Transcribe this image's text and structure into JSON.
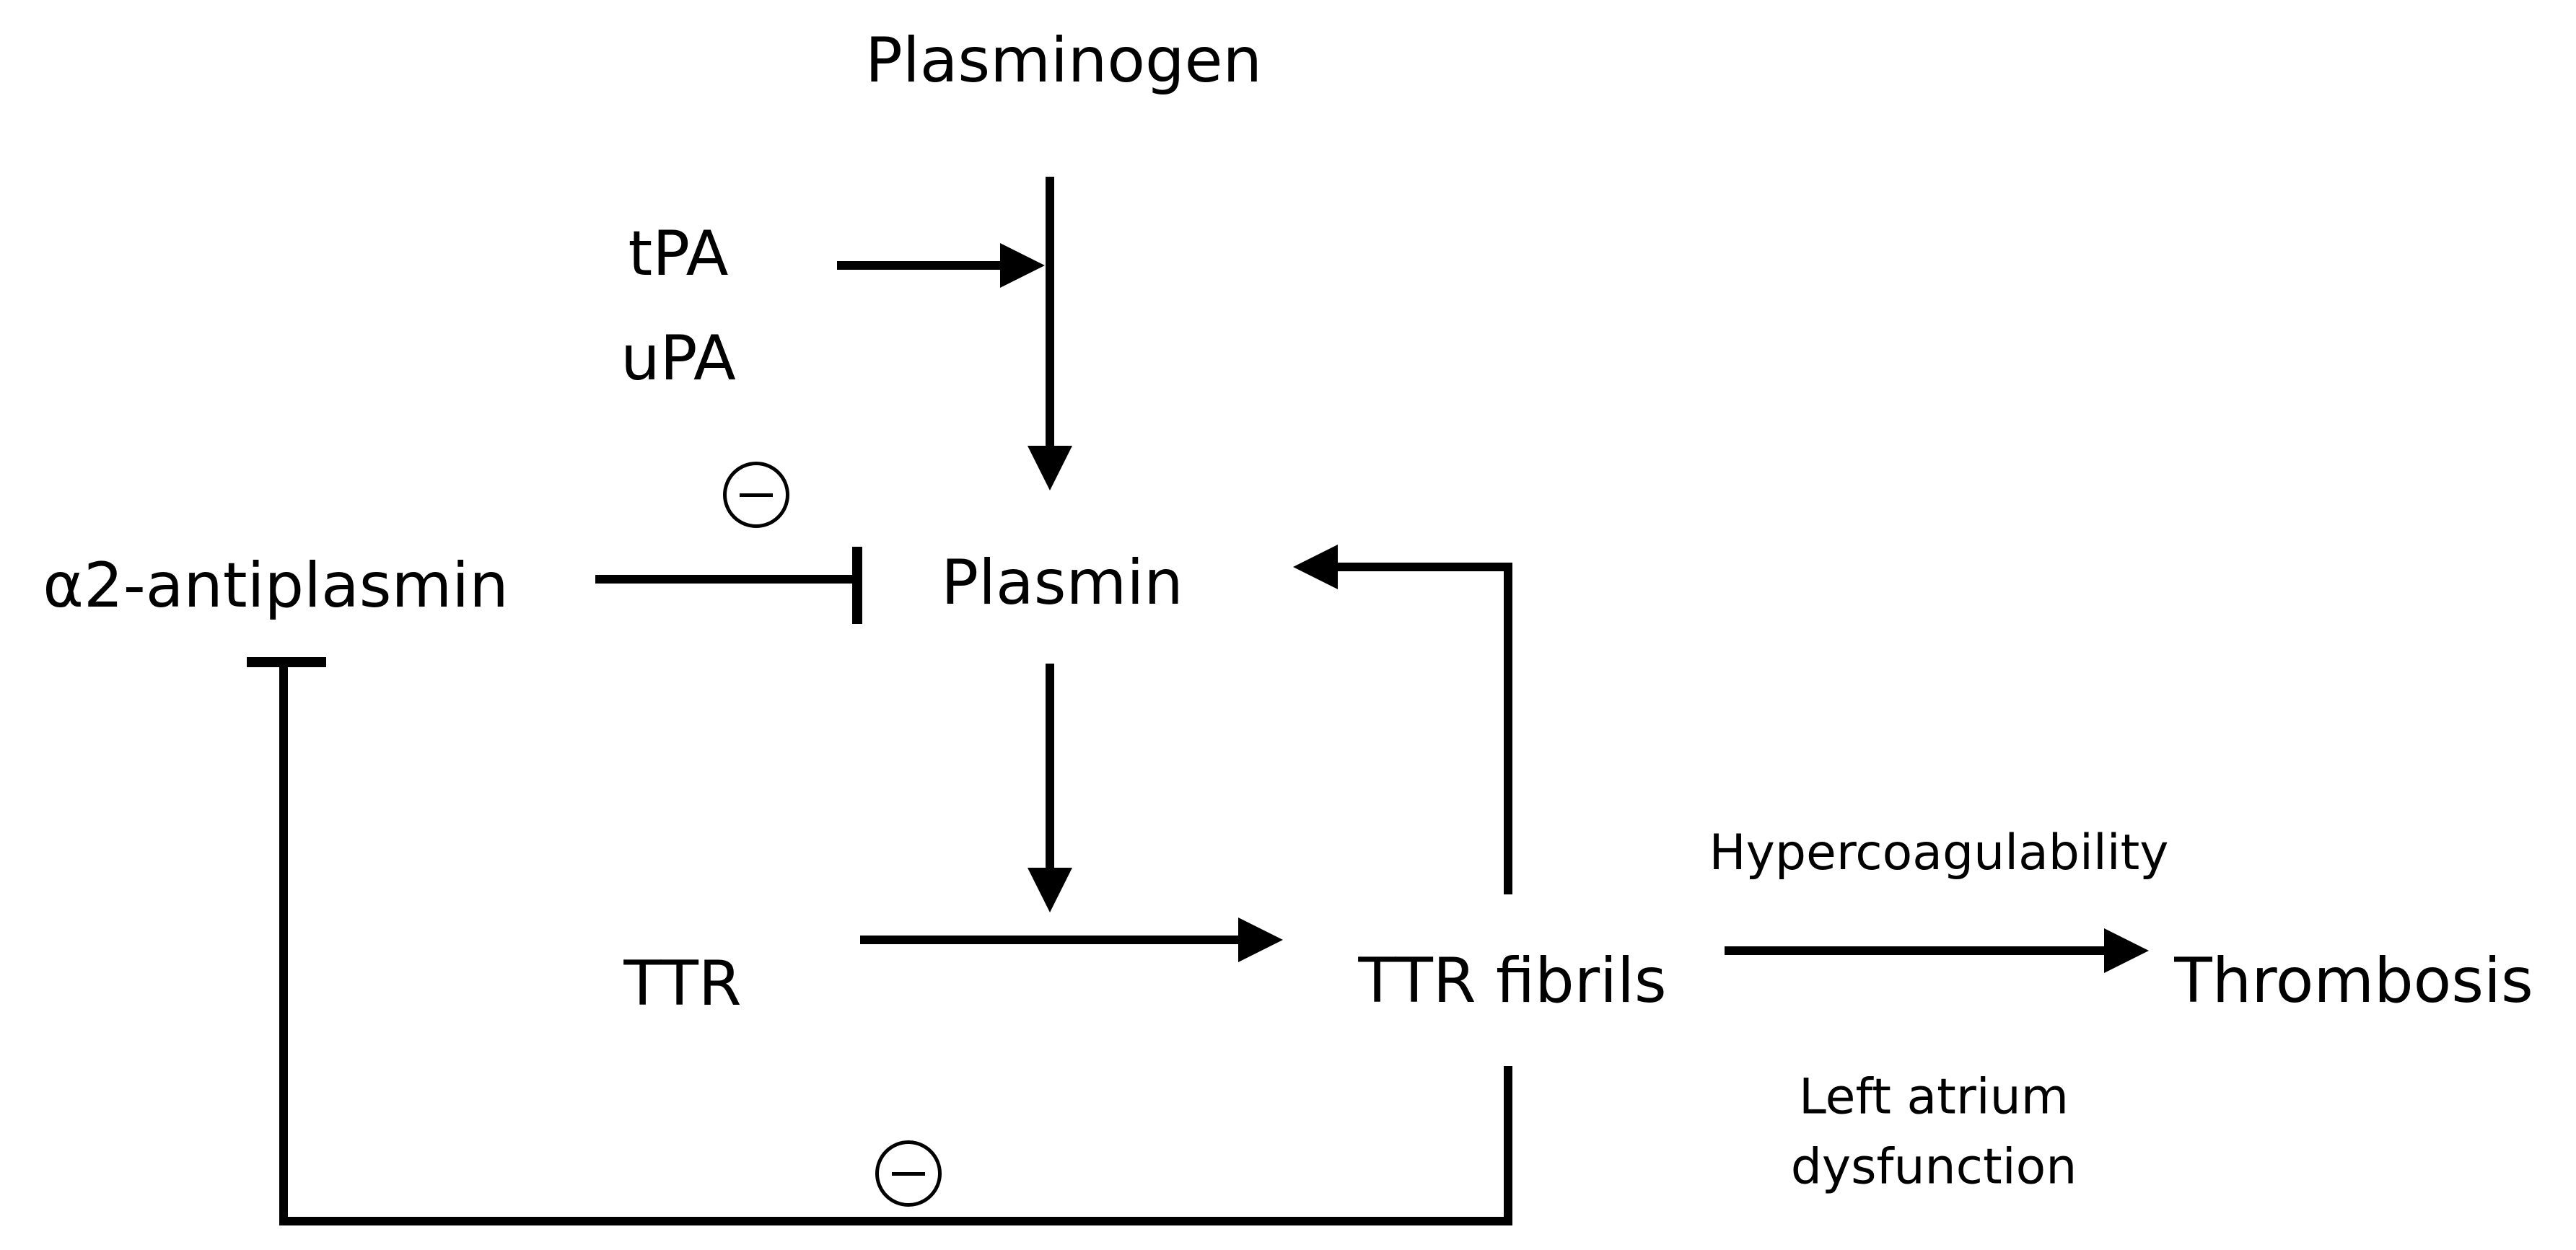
{
  "nodes": {
    "plasminogen": "Plasminogen",
    "tpa": "tPA",
    "upa": "uPA",
    "alpha2_antiplasmin": "α2-antiplasmin",
    "plasmin": "Plasmin",
    "ttr": "TTR",
    "ttr_fibrils": "TTR fibrils",
    "thrombosis": "Thrombosis"
  },
  "annotations": {
    "hypercoagulability": "Hypercoagulability",
    "left_atrium_line1": "Left atrium",
    "left_atrium_line2": "dysfunction"
  },
  "symbols": {
    "inhibition_icon": "minus-in-circle"
  },
  "colors": {
    "line": "#000000",
    "background": "#ffffff"
  }
}
